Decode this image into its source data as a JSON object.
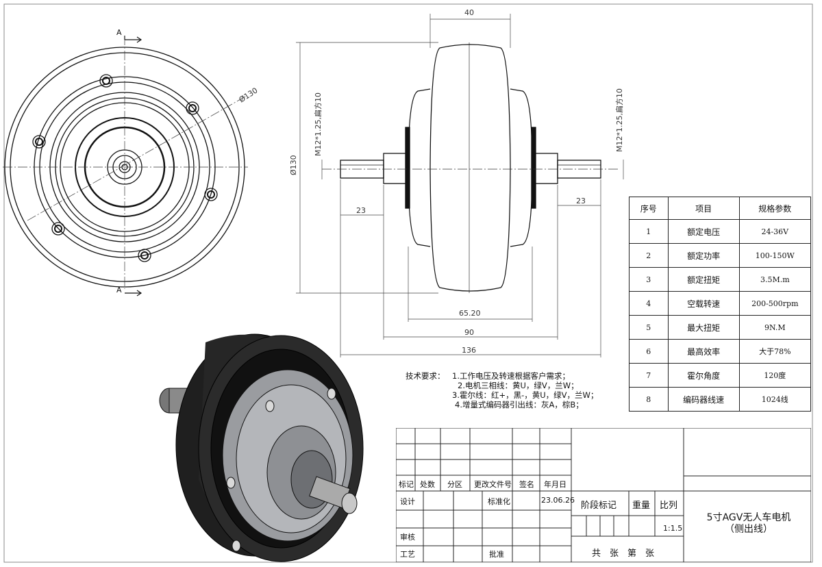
{
  "drawing": {
    "section_mark_top": "A",
    "section_mark_bottom": "A",
    "front_diameter": "Ø130",
    "dim_width_top": "40",
    "dim_diameter_side": "Ø130",
    "thread_left": "M12*1.25,扁方10",
    "thread_right": "M12*1.25,扁方10",
    "dim_shaft_left": "23",
    "dim_shaft_right": "23",
    "dim_65": "65.20",
    "dim_90": "90",
    "dim_136": "136"
  },
  "spec_table": {
    "headers": [
      "序号",
      "项目",
      "规格参数"
    ],
    "rows": [
      [
        "1",
        "额定电压",
        "24-36V"
      ],
      [
        "2",
        "额定功率",
        "100-150W"
      ],
      [
        "3",
        "额定扭矩",
        "3.5M.m"
      ],
      [
        "4",
        "空载转速",
        "200-500rpm"
      ],
      [
        "5",
        "最大扭矩",
        "9N.M"
      ],
      [
        "6",
        "最高效率",
        "大于78%"
      ],
      [
        "7",
        "霍尔角度",
        "120度"
      ],
      [
        "8",
        "编码器线速",
        "1024线"
      ]
    ]
  },
  "tech_notes": {
    "title": "技术要求：",
    "items": [
      "1.工作电压及转速根据客户需求；",
      "2.电机三相线：黄U，绿V，兰W；",
      "3.霍尔线：红+，黑-，黄U，绿V，兰W；",
      "4.增量式编码器引出线：灰A，棕B；"
    ]
  },
  "title_block": {
    "row_labels": [
      "标记",
      "处数",
      "分区",
      "更改文件号",
      "签名",
      "年月日"
    ],
    "design": "设计",
    "standard": "标准化",
    "date": "23.06.26",
    "stage_mark": "阶段标记",
    "weight": "重量",
    "scale_label": "比列",
    "scale_value": "1:1.5",
    "review": "审核",
    "process": "工艺",
    "approve": "批准",
    "sheets": "共　张　第　张",
    "part_name_1": "5寸AGV无人车电机",
    "part_name_2": "（侧出线）"
  }
}
